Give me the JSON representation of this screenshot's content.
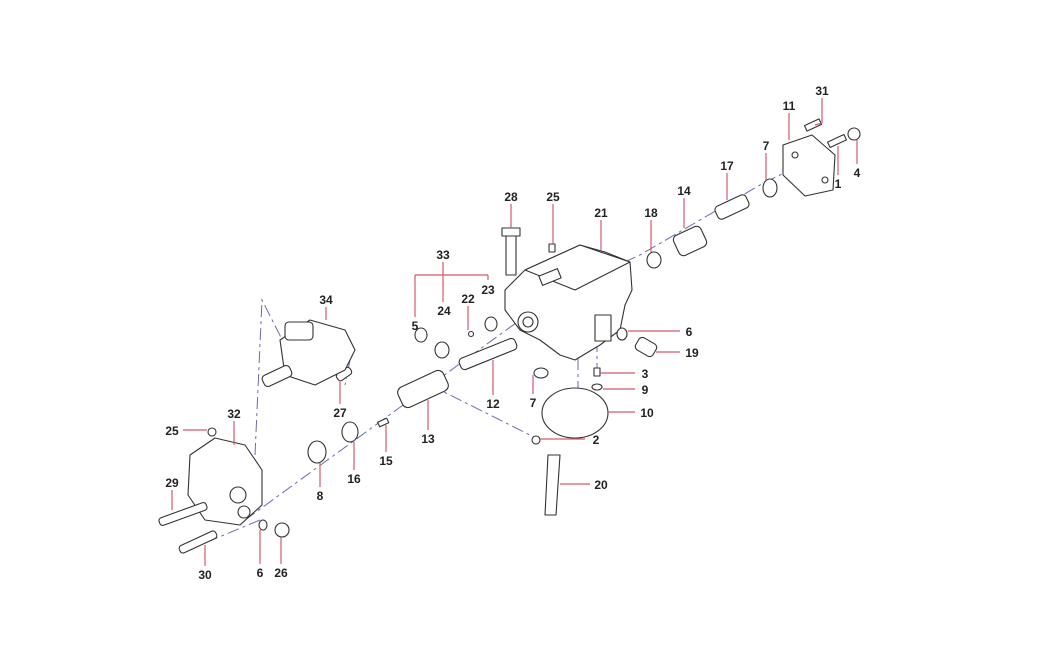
{
  "diagram": {
    "title": "",
    "callouts": {
      "c31": "31",
      "c11": "11",
      "c4": "4",
      "c1": "1",
      "c7a": "7",
      "c17": "17",
      "c14": "14",
      "c18": "18",
      "c21": "21",
      "c25a": "25",
      "c28": "28",
      "c33": "33",
      "c22": "22",
      "c23": "23",
      "c24": "24",
      "c5": "5",
      "c34": "34",
      "c6a": "6",
      "c19": "19",
      "c3": "3",
      "c9": "9",
      "c10": "10",
      "c12": "12",
      "c7b": "7",
      "c13": "13",
      "c2": "2",
      "c20": "20",
      "c27": "27",
      "c25b": "25",
      "c32": "32",
      "c15": "15",
      "c16": "16",
      "c8": "8",
      "c29": "29",
      "c30": "30",
      "c6b": "6",
      "c26": "26"
    }
  }
}
